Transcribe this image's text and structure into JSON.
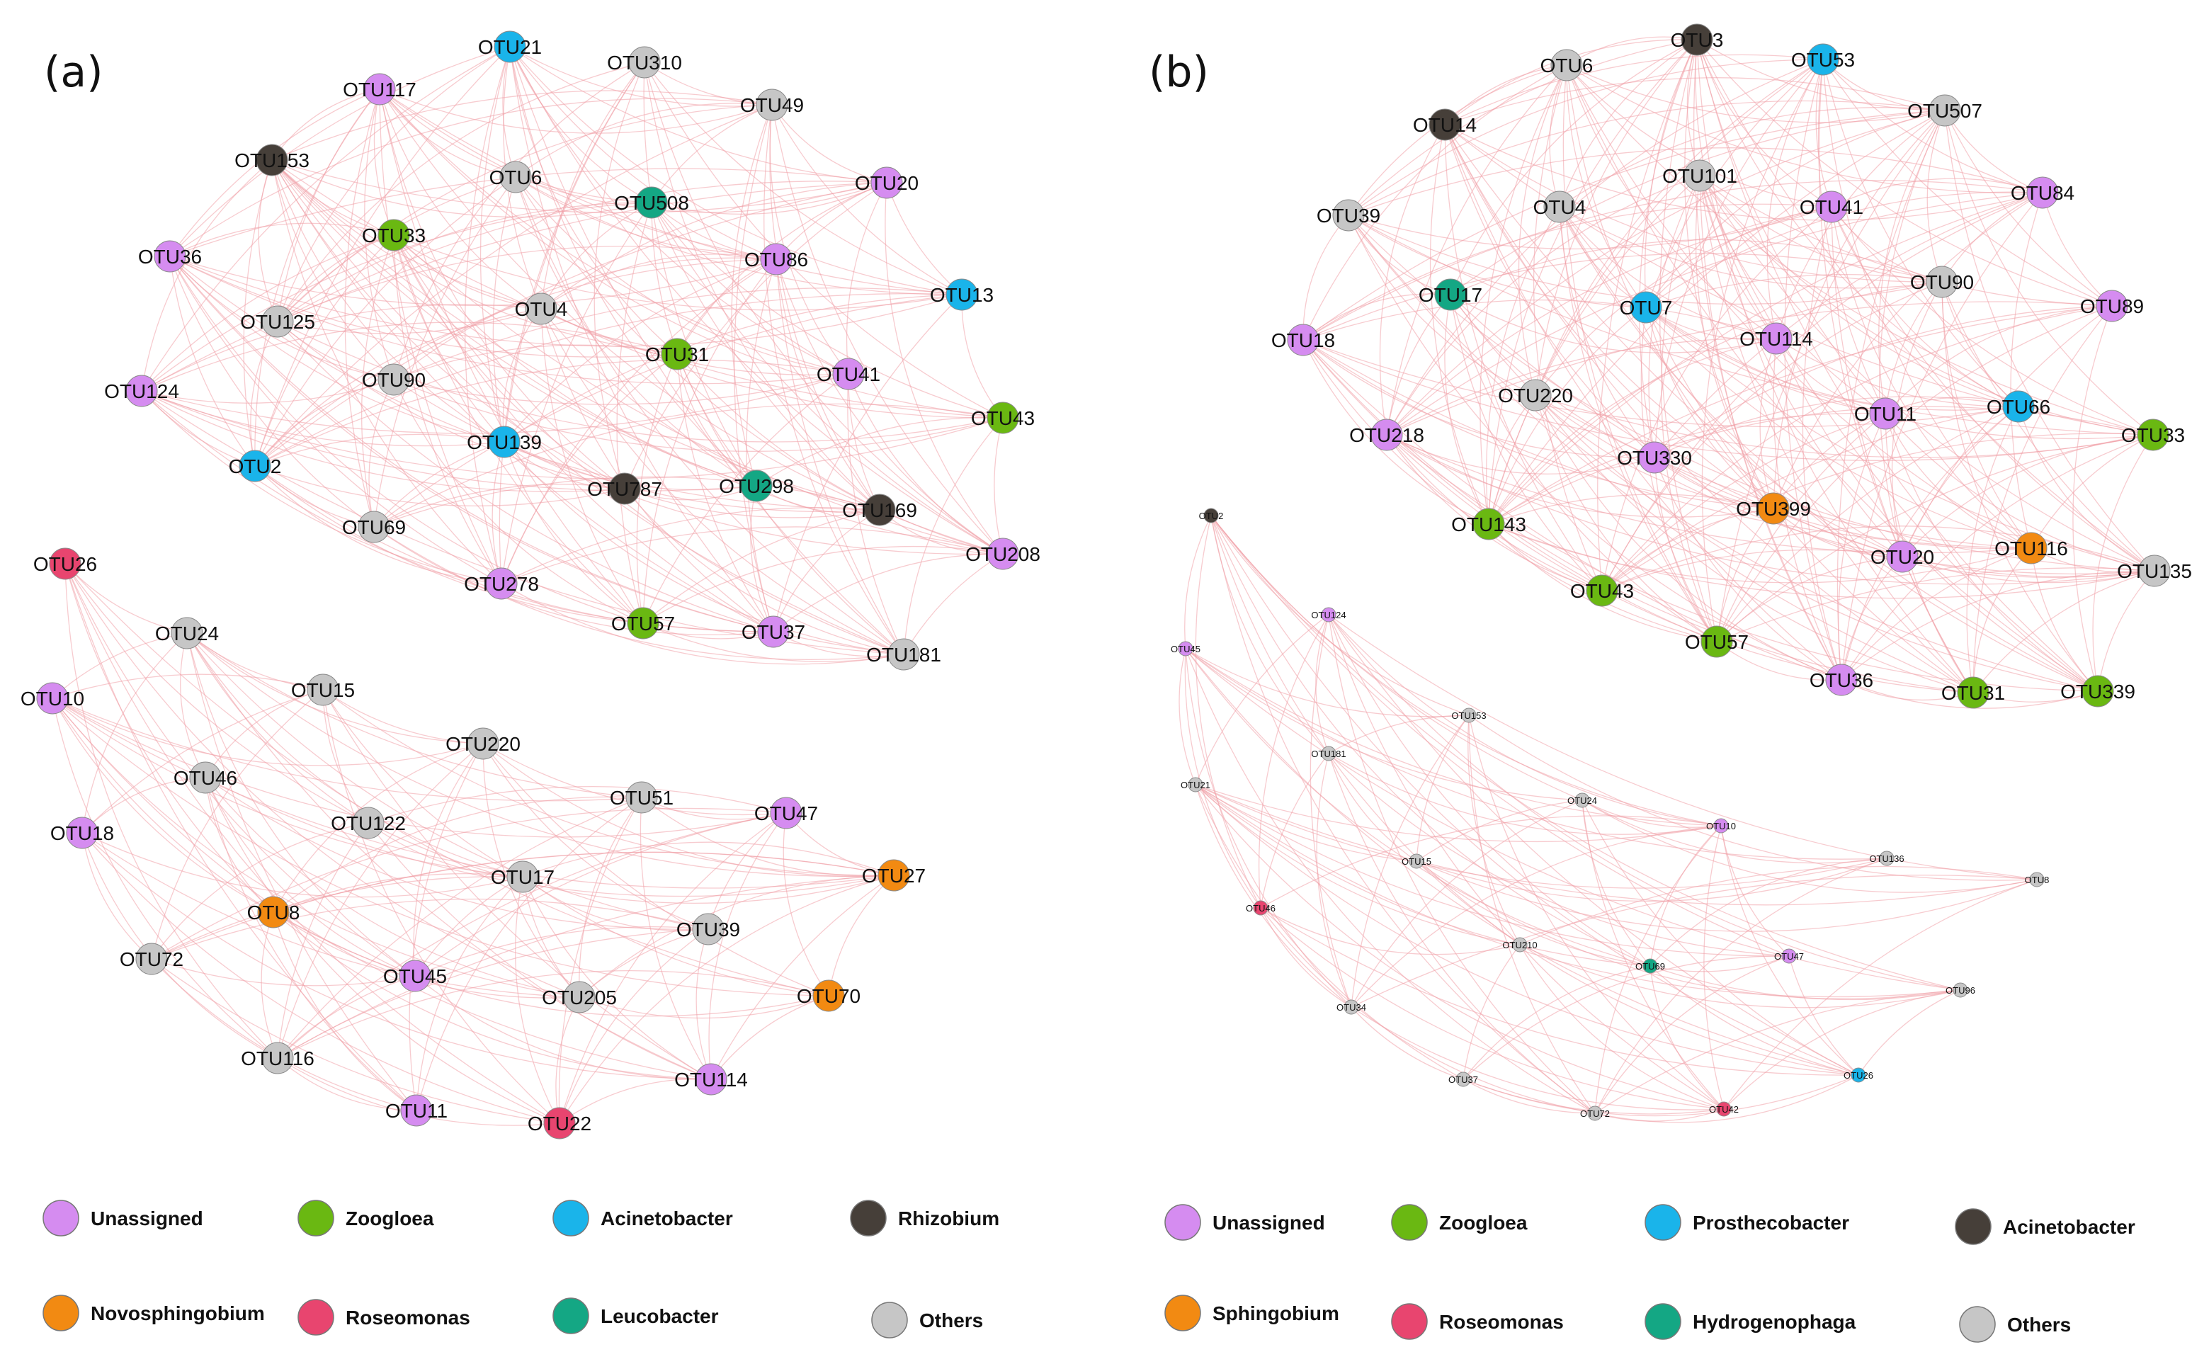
{
  "panels": [
    {
      "label": "(a)",
      "nodes": [
        {
          "id": "OTU21",
          "group": "Acinetobacter"
        },
        {
          "id": "OTU310",
          "group": "Others"
        },
        {
          "id": "OTU117",
          "group": "Unassigned"
        },
        {
          "id": "OTU49",
          "group": "Others"
        },
        {
          "id": "OTU153",
          "group": "Rhizobium"
        },
        {
          "id": "OTU6",
          "group": "Others"
        },
        {
          "id": "OTU508",
          "group": "Leucobacter"
        },
        {
          "id": "OTU20",
          "group": "Unassigned"
        },
        {
          "id": "OTU33",
          "group": "Zoogloea"
        },
        {
          "id": "OTU36",
          "group": "Unassigned"
        },
        {
          "id": "OTU86",
          "group": "Unassigned"
        },
        {
          "id": "OTU125",
          "group": "Others"
        },
        {
          "id": "OTU4",
          "group": "Others"
        },
        {
          "id": "OTU13",
          "group": "Acinetobacter"
        },
        {
          "id": "OTU31",
          "group": "Zoogloea"
        },
        {
          "id": "OTU124",
          "group": "Unassigned"
        },
        {
          "id": "OTU90",
          "group": "Others"
        },
        {
          "id": "OTU41",
          "group": "Unassigned"
        },
        {
          "id": "OTU43",
          "group": "Zoogloea"
        },
        {
          "id": "OTU139",
          "group": "Acinetobacter"
        },
        {
          "id": "OTU2",
          "group": "Acinetobacter"
        },
        {
          "id": "OTU787",
          "group": "Rhizobium"
        },
        {
          "id": "OTU298",
          "group": "Leucobacter"
        },
        {
          "id": "OTU169",
          "group": "Rhizobium"
        },
        {
          "id": "OTU69",
          "group": "Others"
        },
        {
          "id": "OTU208",
          "group": "Unassigned"
        },
        {
          "id": "OTU278",
          "group": "Unassigned"
        },
        {
          "id": "OTU57",
          "group": "Zoogloea"
        },
        {
          "id": "OTU37",
          "group": "Unassigned"
        },
        {
          "id": "OTU181",
          "group": "Others"
        },
        {
          "id": "OTU26",
          "group": "Roseomonas"
        },
        {
          "id": "OTU24",
          "group": "Others"
        },
        {
          "id": "OTU15",
          "group": "Others"
        },
        {
          "id": "OTU10",
          "group": "Unassigned"
        },
        {
          "id": "OTU220",
          "group": "Others"
        },
        {
          "id": "OTU46",
          "group": "Others"
        },
        {
          "id": "OTU51",
          "group": "Others"
        },
        {
          "id": "OTU47",
          "group": "Unassigned"
        },
        {
          "id": "OTU122",
          "group": "Others"
        },
        {
          "id": "OTU18",
          "group": "Unassigned"
        },
        {
          "id": "OTU27",
          "group": "Novosphingobium"
        },
        {
          "id": "OTU17",
          "group": "Others"
        },
        {
          "id": "OTU8",
          "group": "Novosphingobium"
        },
        {
          "id": "OTU39",
          "group": "Others"
        },
        {
          "id": "OTU72",
          "group": "Others"
        },
        {
          "id": "OTU45",
          "group": "Unassigned"
        },
        {
          "id": "OTU205",
          "group": "Others"
        },
        {
          "id": "OTU70",
          "group": "Novosphingobium"
        },
        {
          "id": "OTU116",
          "group": "Others"
        },
        {
          "id": "OTU114",
          "group": "Unassigned"
        },
        {
          "id": "OTU11",
          "group": "Unassigned"
        },
        {
          "id": "OTU22",
          "group": "Roseomonas"
        }
      ],
      "legend": [
        {
          "label": "Unassigned",
          "color": "#d58cf0"
        },
        {
          "label": "Zoogloea",
          "color": "#6ab812"
        },
        {
          "label": "Acinetobacter",
          "color": "#1ab4ea"
        },
        {
          "label": "Rhizobium",
          "color": "#463f39"
        },
        {
          "label": "Novosphingobium",
          "color": "#f28a12"
        },
        {
          "label": "Roseomonas",
          "color": "#e8456f"
        },
        {
          "label": "Leucobacter",
          "color": "#14a784"
        },
        {
          "label": "Others",
          "color": "#c6c6c6"
        }
      ]
    },
    {
      "label": "(b)",
      "nodes": [
        {
          "id": "OTU3",
          "group": "Acinetobacter"
        },
        {
          "id": "OTU6",
          "group": "Others"
        },
        {
          "id": "OTU53",
          "group": "Prosthecobacter"
        },
        {
          "id": "OTU507",
          "group": "Others"
        },
        {
          "id": "OTU14",
          "group": "Acinetobacter"
        },
        {
          "id": "OTU101",
          "group": "Others"
        },
        {
          "id": "OTU84",
          "group": "Unassigned"
        },
        {
          "id": "OTU39",
          "group": "Others"
        },
        {
          "id": "OTU4",
          "group": "Others"
        },
        {
          "id": "OTU41",
          "group": "Unassigned"
        },
        {
          "id": "OTU90",
          "group": "Others"
        },
        {
          "id": "OTU17",
          "group": "Hydrogenophaga"
        },
        {
          "id": "OTU7",
          "group": "Prosthecobacter"
        },
        {
          "id": "OTU89",
          "group": "Unassigned"
        },
        {
          "id": "OTU114",
          "group": "Unassigned"
        },
        {
          "id": "OTU18",
          "group": "Unassigned"
        },
        {
          "id": "OTU220",
          "group": "Others"
        },
        {
          "id": "OTU66",
          "group": "Prosthecobacter"
        },
        {
          "id": "OTU11",
          "group": "Unassigned"
        },
        {
          "id": "OTU33",
          "group": "Zoogloea"
        },
        {
          "id": "OTU218",
          "group": "Unassigned"
        },
        {
          "id": "OTU330",
          "group": "Unassigned"
        },
        {
          "id": "OTU399",
          "group": "Sphingobium"
        },
        {
          "id": "OTU143",
          "group": "Zoogloea"
        },
        {
          "id": "OTU116",
          "group": "Sphingobium"
        },
        {
          "id": "OTU20",
          "group": "Unassigned"
        },
        {
          "id": "OTU135",
          "group": "Others"
        },
        {
          "id": "OTU43",
          "group": "Zoogloea"
        },
        {
          "id": "OTU57",
          "group": "Zoogloea"
        },
        {
          "id": "OTU36",
          "group": "Unassigned"
        },
        {
          "id": "OTU31",
          "group": "Zoogloea"
        },
        {
          "id": "OTU339",
          "group": "Zoogloea"
        },
        {
          "id": "OTU2",
          "group": "Acinetobacter"
        },
        {
          "id": "OTU124",
          "group": "Unassigned"
        },
        {
          "id": "OTU45",
          "group": "Unassigned"
        },
        {
          "id": "OTU153",
          "group": "Others"
        },
        {
          "id": "OTU181",
          "group": "Others"
        },
        {
          "id": "OTU21",
          "group": "Others"
        },
        {
          "id": "OTU24",
          "group": "Others"
        },
        {
          "id": "OTU10",
          "group": "Unassigned"
        },
        {
          "id": "OTU15",
          "group": "Others"
        },
        {
          "id": "OTU136",
          "group": "Others"
        },
        {
          "id": "OTU8",
          "group": "Others"
        },
        {
          "id": "OTU46",
          "group": "Roseomonas"
        },
        {
          "id": "OTU210",
          "group": "Others"
        },
        {
          "id": "OTU69",
          "group": "Hydrogenophaga"
        },
        {
          "id": "OTU47",
          "group": "Unassigned"
        },
        {
          "id": "OTU96",
          "group": "Others"
        },
        {
          "id": "OTU34",
          "group": "Others"
        },
        {
          "id": "OTU37",
          "group": "Others"
        },
        {
          "id": "OTU72",
          "group": "Others"
        },
        {
          "id": "OTU42",
          "group": "Roseomonas"
        },
        {
          "id": "OTU26",
          "group": "Prosthecobacter"
        }
      ],
      "legend": [
        {
          "label": "Unassigned",
          "color": "#d58cf0"
        },
        {
          "label": "Zoogloea",
          "color": "#6ab812"
        },
        {
          "label": "Prosthecobacter",
          "color": "#1ab4ea"
        },
        {
          "label": "Acinetobacter",
          "color": "#463f39"
        },
        {
          "label": "Sphingobium",
          "color": "#f28a12"
        },
        {
          "label": "Roseomonas",
          "color": "#e8456f"
        },
        {
          "label": "Hydrogenophaga",
          "color": "#14a784"
        },
        {
          "label": "Others",
          "color": "#c6c6c6"
        }
      ]
    }
  ],
  "edge_color": "#f0a0a8"
}
